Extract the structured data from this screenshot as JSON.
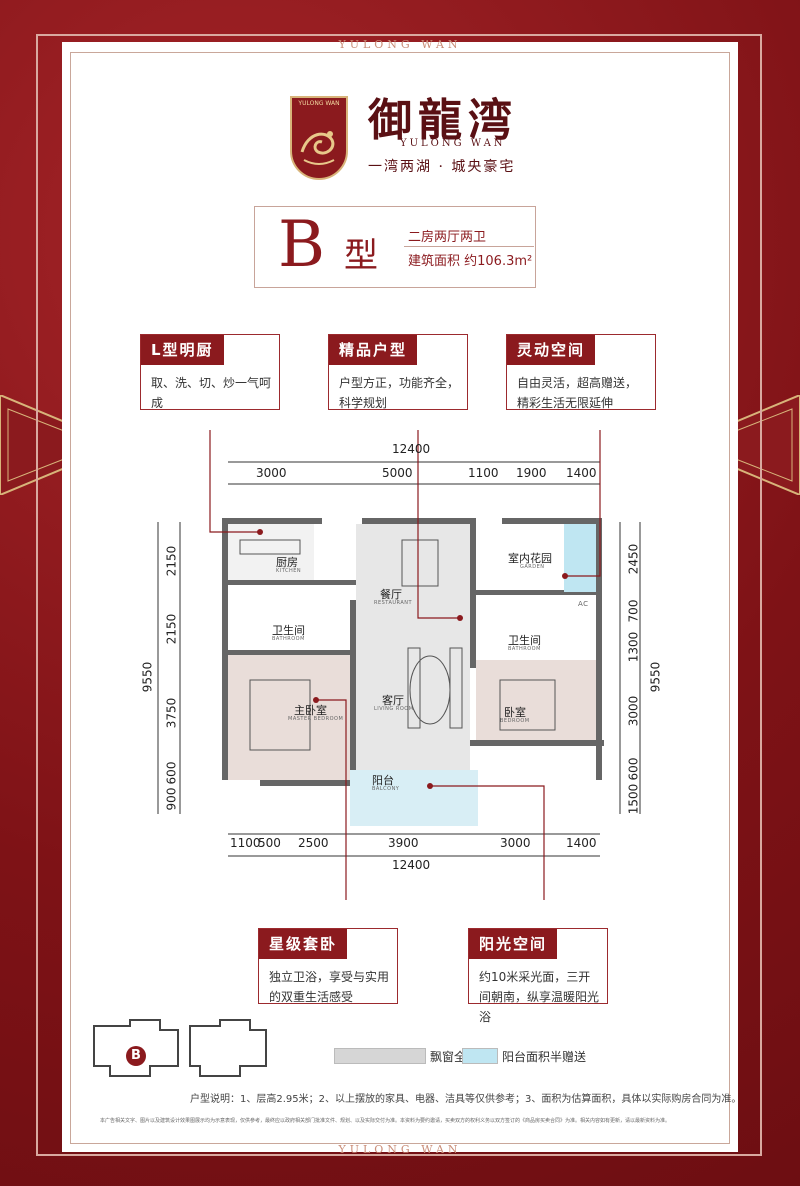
{
  "brand_top": "YULONG WAN",
  "brand_bottom": "YULONG WAN",
  "logo": {
    "shield_text": "YULONG WAN",
    "title": "御龍湾",
    "subtitle": "YULONG WAN",
    "slogan": "一湾两湖 · 城央豪宅"
  },
  "unit_type": {
    "letter": "B",
    "suffix": "型",
    "rooms": "二房两厅两卫",
    "area": "建筑面积 约106.3m²"
  },
  "callouts": [
    {
      "title": "L型明厨",
      "body": "取、洗、切、炒一气呵成"
    },
    {
      "title": "精品户型",
      "body": "户型方正，功能齐全，科学规划"
    },
    {
      "title": "灵动空间",
      "body": "自由灵活，超高赠送，精彩生活无限延伸"
    },
    {
      "title": "星级套卧",
      "body": "独立卫浴，享受与实用的双重生活感受"
    },
    {
      "title": "阳光空间",
      "body": "约10米采光面，三开间朝南，纵享温暖阳光浴"
    }
  ],
  "dimensions": {
    "top_total": "12400",
    "top_segments": [
      "3000",
      "5000",
      "1100",
      "1900",
      "1400"
    ],
    "bottom_total": "12400",
    "bottom_segments": [
      "1100",
      "500",
      "2500",
      "3900",
      "3000",
      "1400"
    ],
    "left_total": "9550",
    "left_segments": [
      "2150",
      "2150",
      "3750",
      "600",
      "900"
    ],
    "right_total": "9550",
    "right_segments": [
      "2450",
      "700",
      "1300",
      "3000",
      "600",
      "1500"
    ]
  },
  "rooms": {
    "kitchen": {
      "cn": "厨房",
      "en": "KITCHEN"
    },
    "bath1": {
      "cn": "卫生间",
      "en": "BATHROOM"
    },
    "master": {
      "cn": "主卧室",
      "en": "MASTER BEDROOM"
    },
    "dining": {
      "cn": "餐厅",
      "en": "RESTAURANT"
    },
    "living": {
      "cn": "客厅",
      "en": "LIVING ROOM"
    },
    "balcony": {
      "cn": "阳台",
      "en": "BALCONY"
    },
    "garden": {
      "cn": "室内花园",
      "en": "GARDEN"
    },
    "bath2": {
      "cn": "卫生间",
      "en": "BATHROOM"
    },
    "bedroom": {
      "cn": "卧室",
      "en": "BEDROOM"
    },
    "ac": "AC"
  },
  "keyplan_marker": "B",
  "legend": [
    {
      "label": "飘窗全赠送",
      "color": "#d6d6d6"
    },
    {
      "label": "阳台面积半赠送",
      "color": "#bfe6f2"
    }
  ],
  "note": "户型说明：1、层高2.95米；2、以上摆放的家具、电器、洁具等仅供参考；3、面积为估算面积，具体以实际购房合同为准。",
  "disclaimer": "本广告相关文字、图片以及建筑设计效果图展示均为示意表现，仅供参考，最终应以政府相关部门批准文件、规划、以及实际交付为准。本资料为要约邀请，买卖双方的权利义务以双方签订的《商品房买卖合同》为准。相关内容如有更新，请以最新资料为准。",
  "colors": {
    "brand_red": "#8b1a1e",
    "accent_gold": "#d8b47a"
  }
}
